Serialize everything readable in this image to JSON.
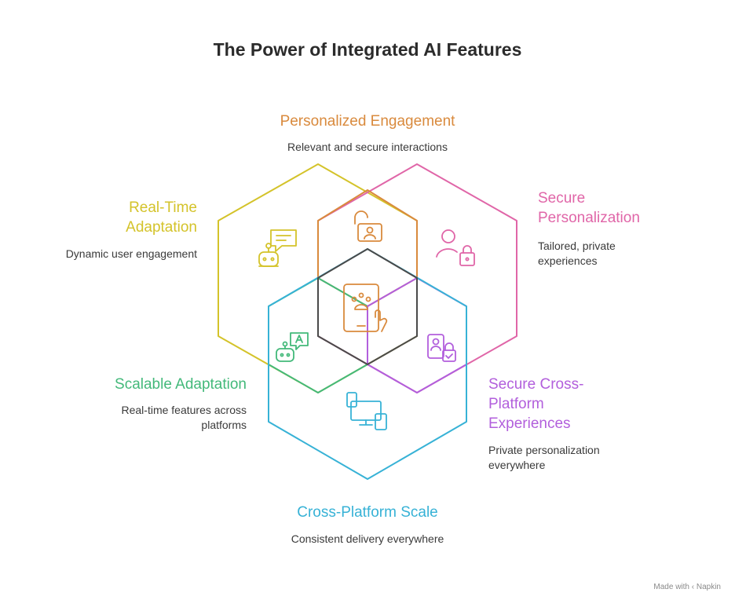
{
  "title": "The Power of Integrated AI Features",
  "colors": {
    "yellow": "#d4c32a",
    "orange": "#d98a3d",
    "pink": "#e066a8",
    "green": "#43b97a",
    "purple": "#b25fdc",
    "blue": "#37b2d6",
    "center": "#4a4a4a"
  },
  "nodes": {
    "personalized_engagement": {
      "label": "Personalized Engagement",
      "desc": "Relevant and secure interactions",
      "icon": "unlock-person-icon"
    },
    "real_time_adaptation": {
      "label_line1": "Real-Time",
      "label_line2": "Adaptation",
      "desc": "Dynamic user engagement",
      "icon": "chat-robot-icon"
    },
    "secure_personalization": {
      "label_line1": "Secure",
      "label_line2": "Personalization",
      "desc_line1": "Tailored, private",
      "desc_line2": "experiences",
      "icon": "user-lock-icon"
    },
    "scalable_adaptation": {
      "label": "Scalable Adaptation",
      "desc_line1": "Real-time features across",
      "desc_line2": "platforms",
      "icon": "robot-translate-icon"
    },
    "secure_cross_platform": {
      "label_line1": "Secure Cross-",
      "label_line2": "Platform",
      "label_line3": "Experiences",
      "desc_line1": "Private personalization",
      "desc_line2": "everywhere",
      "icon": "id-lock-icon"
    },
    "cross_platform_scale": {
      "label": "Cross-Platform Scale",
      "desc": "Consistent delivery everywhere",
      "icon": "devices-icon"
    },
    "center": {
      "icon": "tablet-touch-icon"
    }
  },
  "footer": "Made with ‹ Napkin"
}
